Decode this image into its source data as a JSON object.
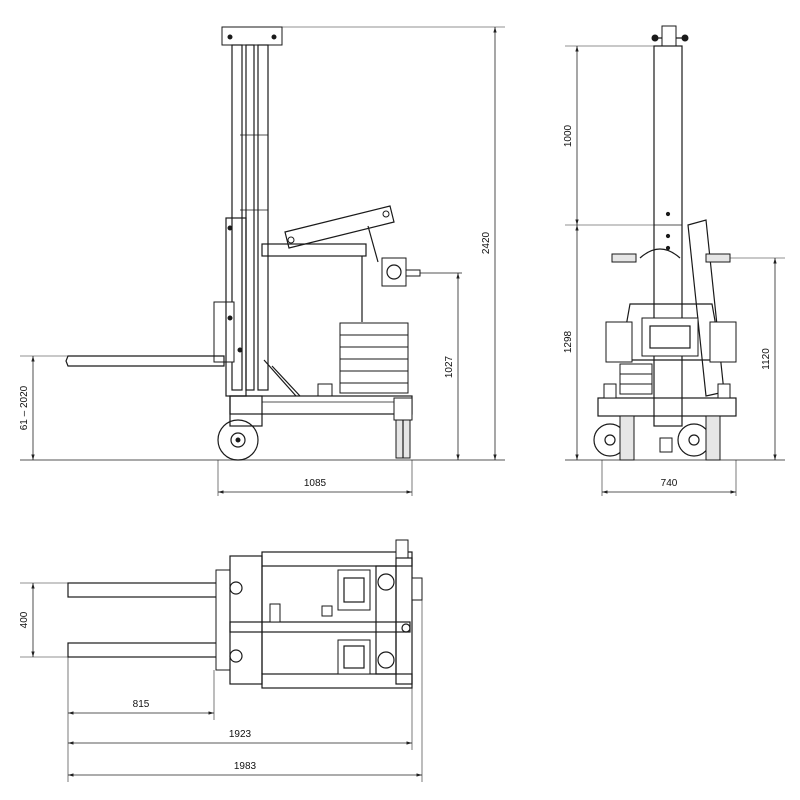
{
  "dimensions": {
    "side_height_total": "2420",
    "side_lift_height": "1027",
    "side_fork_range": "61 – 2020",
    "side_length": "1085",
    "front_mast_extension": "1000",
    "front_height": "1298",
    "front_height_right": "1120",
    "front_width": "740",
    "top_fork_spread": "400",
    "top_fork_length": "815",
    "top_length_a": "1923",
    "top_length_b": "1983"
  }
}
